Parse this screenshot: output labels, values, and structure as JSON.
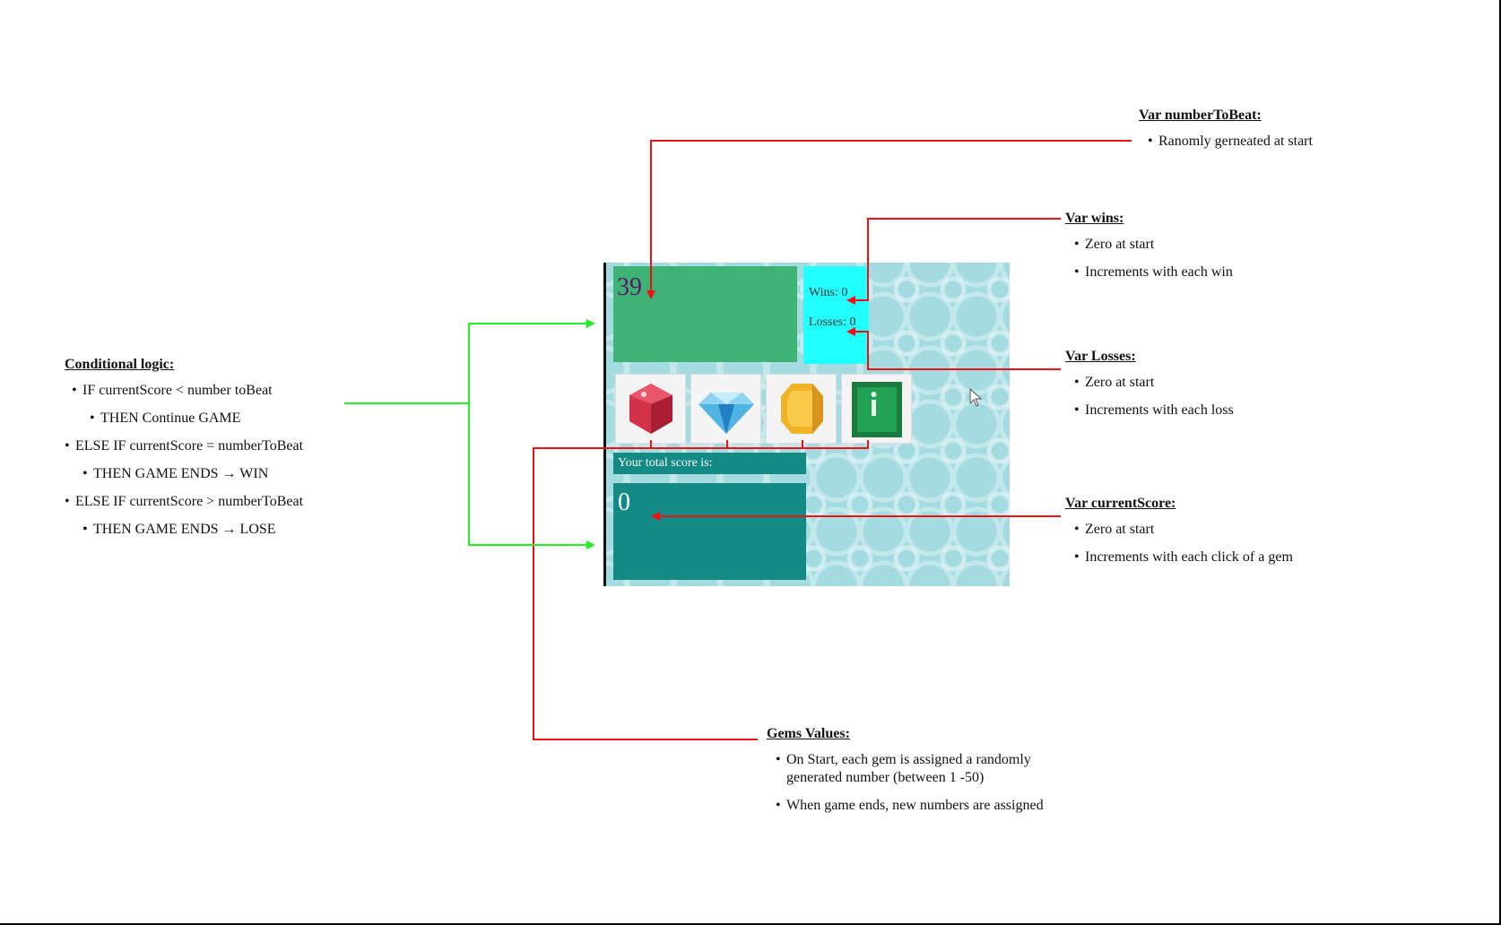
{
  "conditional_logic": {
    "title": "Conditional logic:",
    "items": [
      "IF currentScore < number toBeat",
      "THEN Continue GAME",
      "ELSE IF currentScore = numberToBeat",
      "THEN GAME ENDS → WIN",
      "ELSE IF currentScore > numberToBeat",
      "THEN GAME ENDS → LOSE"
    ]
  },
  "var_number_to_beat": {
    "title": "Var numberToBeat:",
    "items": [
      "Ranomly gerneated at start"
    ]
  },
  "var_wins": {
    "title": "Var wins:",
    "items": [
      "Zero at start",
      "Increments with each win"
    ]
  },
  "var_losses": {
    "title": "Var Losses:",
    "items": [
      "Zero at start",
      "Increments with each loss"
    ]
  },
  "var_current_score": {
    "title": "Var currentScore:",
    "items": [
      "Zero at start",
      "Increments with each click of a gem"
    ]
  },
  "gems_values": {
    "title": "Gems Values:",
    "items": [
      "On Start, each gem is assigned a randomly generated number (between 1 -50)",
      "When game ends, new numbers are assigned"
    ]
  },
  "game": {
    "number_to_beat": "39",
    "wins_label": "Wins: 0",
    "losses_label": "Losses: 0",
    "score_label": "Your total score is:",
    "score_value": "0",
    "gems": [
      "ruby-gem-icon",
      "diamond-gem-icon",
      "topaz-gem-icon",
      "emerald-gem-icon"
    ]
  },
  "colors": {
    "arrow_red": "#ee1111",
    "arrow_green": "#22ee22",
    "target_box": "#3eb375",
    "tally_box": "#22ffff",
    "score_box": "#138a83"
  }
}
